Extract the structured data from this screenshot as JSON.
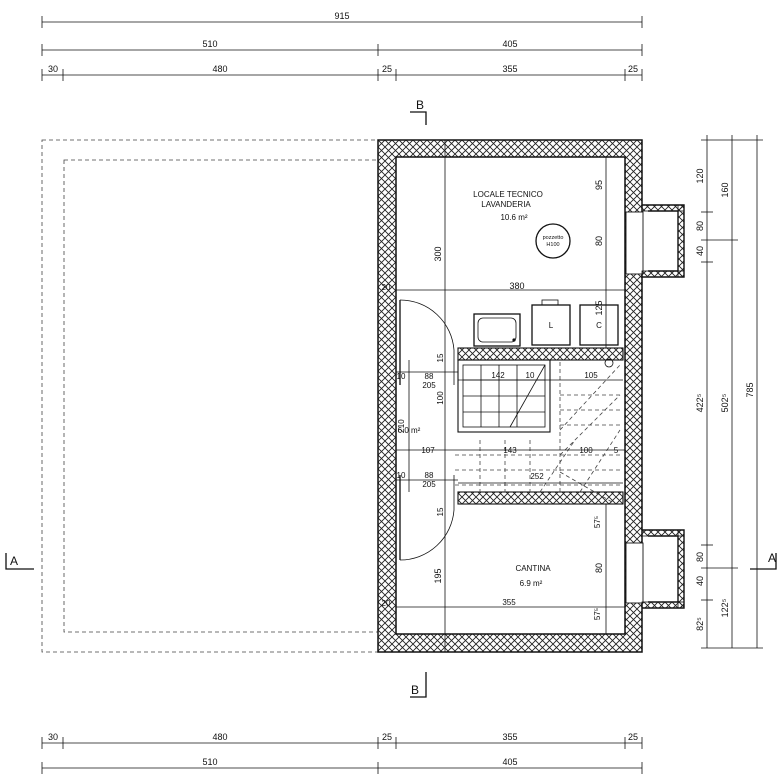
{
  "overall_dims": {
    "total": "915",
    "left_part": "510",
    "right_part": "405",
    "seg_30": "30",
    "seg_480": "480",
    "seg_25a": "25",
    "seg_355": "355",
    "seg_25b": "25"
  },
  "bottom_dims": {
    "seg_30": "30",
    "seg_480": "480",
    "seg_25a": "25",
    "seg_355": "355",
    "seg_25b": "25",
    "left_part": "510",
    "right_part": "405"
  },
  "right_dims": {
    "d120": "120",
    "d80a": "80",
    "d40a": "40",
    "d160": "160",
    "d422": "422⁵",
    "d502": "502⁵",
    "d785": "785",
    "d80b": "80",
    "d40b": "40",
    "d82": "82⁵",
    "d122": "122⁵"
  },
  "section_marks": {
    "b_top": "B",
    "b_bottom": "B",
    "a_left": "A",
    "a_right": "A"
  },
  "rooms": {
    "tech_name_1": "LOCALE TECNICO",
    "tech_name_2": "LAVANDERIA",
    "tech_area": "10.6 m²",
    "pozzetto_1": "pozzetto",
    "pozzetto_2": "H100",
    "stair_area": "6.0 m²",
    "cantina_name": "CANTINA",
    "cantina_area": "6.9 m²",
    "appliance_l": "L",
    "appliance_c": "C"
  },
  "inner_dims": {
    "d380": "380",
    "d300": "300",
    "d95": "95",
    "d80_top": "80",
    "d125": "125",
    "d20a": "20",
    "d88a": "88",
    "d205a": "205",
    "d10a": "10",
    "d15a": "15",
    "d100a": "100",
    "d142": "142",
    "d10b": "10",
    "d105": "105",
    "d210": "210",
    "d107": "107",
    "d143": "143",
    "d100b": "100",
    "d5": "5",
    "d88b": "88",
    "d205b": "205",
    "d10c": "10",
    "d252": "252",
    "d15b": "15",
    "d57a": "57⁵",
    "d80_bot": "80",
    "d57b": "57⁵",
    "d195": "195",
    "d20b": "20",
    "d355_in": "355"
  }
}
